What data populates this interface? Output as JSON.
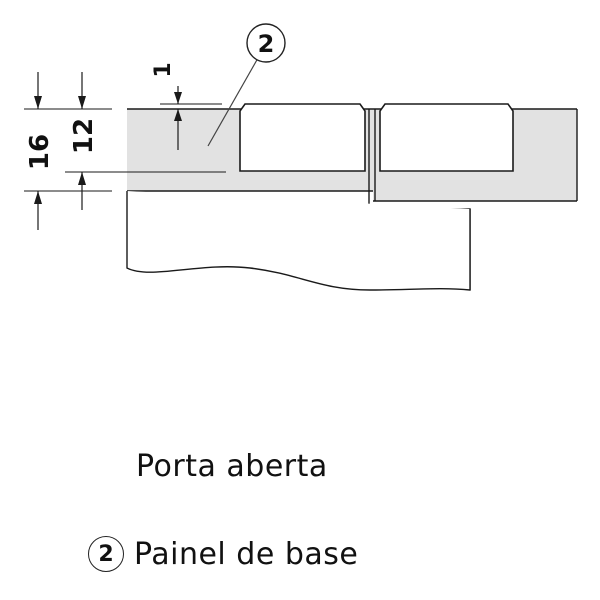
{
  "dimensions": {
    "d16": "16",
    "d12": "12",
    "d1": "1"
  },
  "callout": {
    "number": "2"
  },
  "caption": {
    "title": "Porta aberta"
  },
  "legend": [
    {
      "number": "2",
      "label": "Painel de base"
    }
  ],
  "colors": {
    "panel_fill": "#e2e2e2",
    "line": "#1a1a1a",
    "leader": "#444444",
    "background": "#ffffff"
  }
}
